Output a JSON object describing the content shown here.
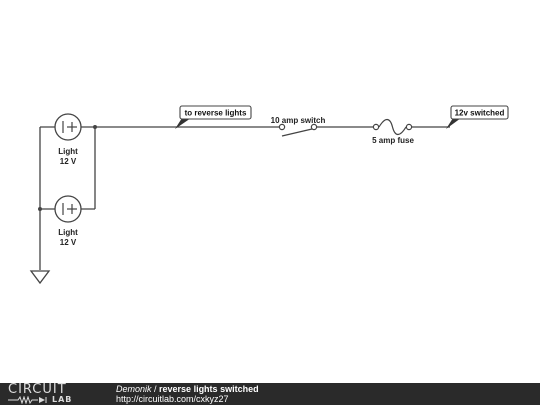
{
  "diagram": {
    "components": {
      "light_1": {
        "name": "Light",
        "rating": "12 V"
      },
      "light_2": {
        "name": "Light",
        "rating": "12 V"
      },
      "switch": {
        "label": "10 amp switch"
      },
      "fuse": {
        "label": "5 amp fuse"
      }
    },
    "net_labels": {
      "reverse": "to reverse lights",
      "source": "12v switched"
    }
  },
  "footer": {
    "logo_top": "CIRCUIT",
    "logo_bottom": "LAB",
    "author": "Demonik",
    "separator": " / ",
    "title": "reverse lights switched",
    "url": "http://circuitlab.com/cxkyz27"
  }
}
